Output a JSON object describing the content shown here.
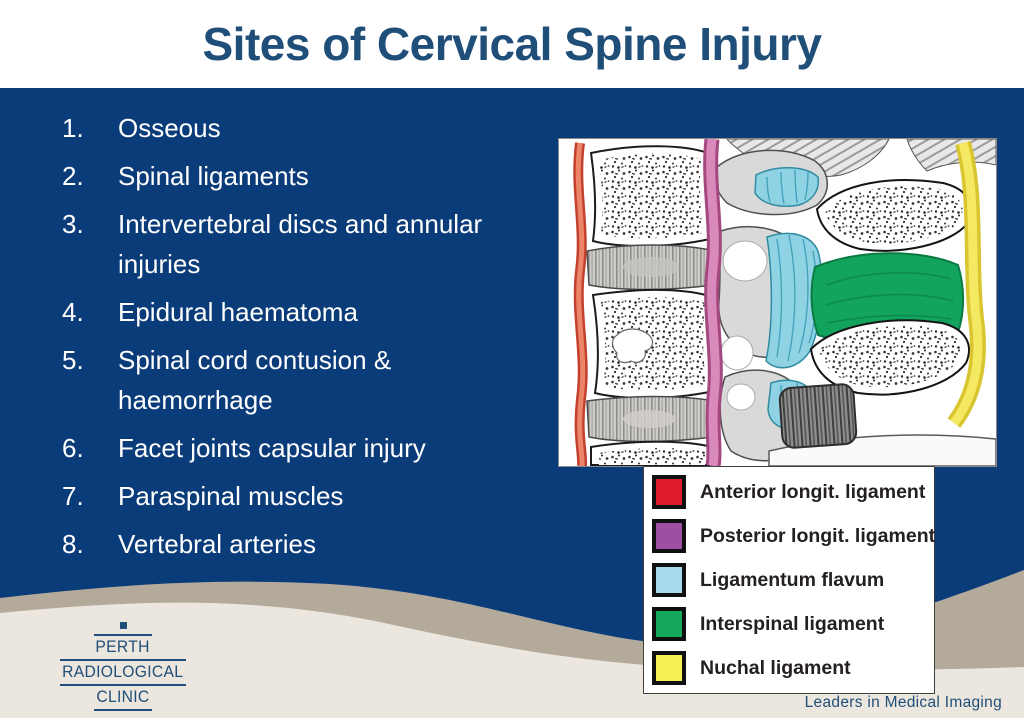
{
  "slide": {
    "title": "Sites of Cervical Spine Injury",
    "background_color": "#0b3c7a",
    "title_color": "#1f4e79"
  },
  "injury_list": {
    "items": [
      {
        "number": "1.",
        "label": "Osseous"
      },
      {
        "number": "2.",
        "label": "Spinal ligaments"
      },
      {
        "number": "3.",
        "label": "Intervertebral discs and annular injuries"
      },
      {
        "number": "4.",
        "label": "Epidural haematoma"
      },
      {
        "number": "5.",
        "label": "Spinal cord contusion & haemorrhage"
      },
      {
        "number": "6.",
        "label": "Facet joints capsular injury"
      },
      {
        "number": "7.",
        "label": "Paraspinal muscles"
      },
      {
        "number": "8.",
        "label": "Vertebral arteries"
      }
    ]
  },
  "figure": {
    "alt": "Sagittal section illustration of cervical spine with colour-highlighted ligaments"
  },
  "legend": {
    "entries": [
      {
        "label": "Anterior longit. ligament",
        "color": "#e01b2d"
      },
      {
        "label": "Posterior longit. ligament",
        "color": "#9d4fa5"
      },
      {
        "label": "Ligamentum flavum",
        "color": "#a7daee"
      },
      {
        "label": "Interspinal ligament",
        "color": "#15a75c"
      },
      {
        "label": "Nuchal ligament",
        "color": "#f6ef55"
      }
    ]
  },
  "footer": {
    "logo_lines": [
      "PERTH",
      "RADIOLOGICAL",
      "CLINIC"
    ],
    "tagline": "Leaders in Medical Imaging",
    "wave_color": "#b3aa9c",
    "footer_bg_color": "#ece7de"
  }
}
